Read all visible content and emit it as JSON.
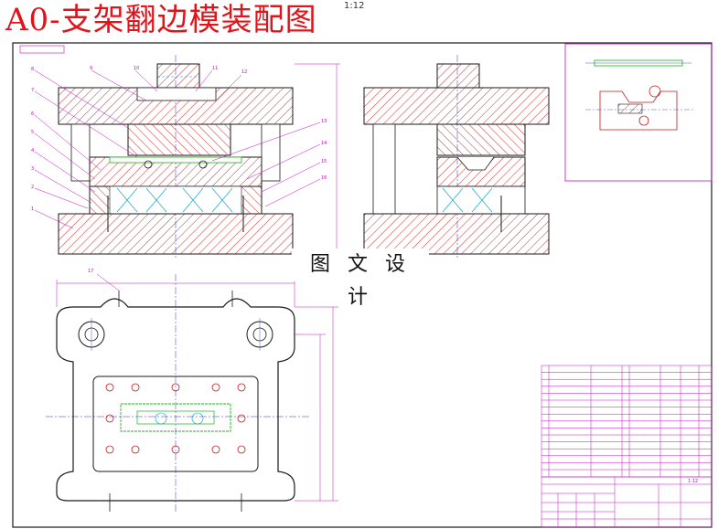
{
  "title": "A0-支架翻边模装配图",
  "scale_label": "1:12",
  "watermark": "图 文 设 计",
  "frame_tag": "",
  "colors": {
    "title": "#e0141b",
    "outline": "#1a1a1a",
    "hatch": "#c41a1a",
    "centerline": "#2b2bcc",
    "dimension": "#c20ec2",
    "part_highlight": "#18b418",
    "hidden": "#00a0c8"
  },
  "callouts_front": [
    "8",
    "9",
    "10",
    "11",
    "12",
    "7",
    "6",
    "5",
    "4",
    "3",
    "2",
    "1",
    "13",
    "14",
    "15",
    "16"
  ],
  "callout_plan": "17",
  "dimensions": {
    "plan_width": "",
    "plan_height": "",
    "front_height": ""
  },
  "part_sheet_label": "",
  "tech_note": "",
  "parts_list": {
    "rows": 16
  },
  "title_block": {
    "label": "",
    "scale": "1:12"
  }
}
